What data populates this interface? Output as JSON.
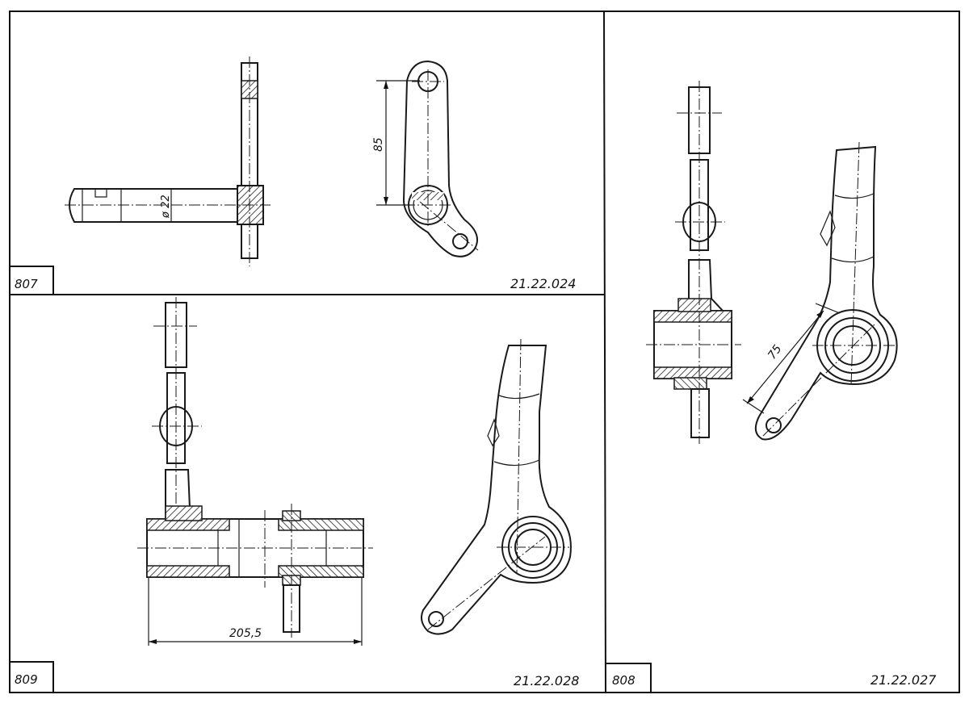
{
  "panels": {
    "p807": {
      "number": "807",
      "code": "21.22.024",
      "dims": {
        "diameter": "ø 22",
        "length": "85"
      }
    },
    "p809": {
      "number": "809",
      "code": "21.22.028",
      "dims": {
        "length": "205,5"
      }
    },
    "p808": {
      "number": "808",
      "code": "21.22.027",
      "dims": {
        "length": "75"
      }
    }
  }
}
